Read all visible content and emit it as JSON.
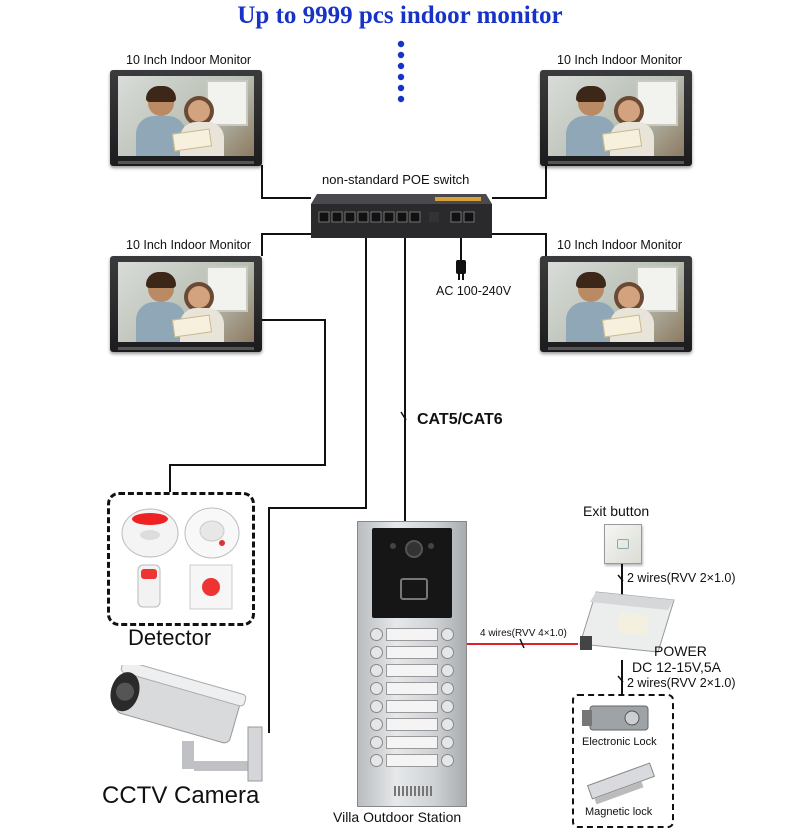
{
  "header": {
    "title": "Up to 9999 pcs indoor monitor"
  },
  "monitors": [
    {
      "label": "10 Inch Indoor Monitor"
    },
    {
      "label": "10 Inch Indoor Monitor"
    },
    {
      "label": "10 Inch Indoor Monitor"
    },
    {
      "label": "10 Inch Indoor Monitor"
    }
  ],
  "switch": {
    "label": "non-standard POE switch",
    "power_label": "AC 100-240V"
  },
  "cable": {
    "label": "CAT5/CAT6"
  },
  "detector": {
    "label": "Detector"
  },
  "camera": {
    "label": "CCTV Camera"
  },
  "station": {
    "label": "Villa Outdoor Station"
  },
  "station_wire": {
    "label": "4 wires(RVV 4×1.0)"
  },
  "exit_button": {
    "label": "Exit button",
    "wire_label": "2 wires(RVV 2×1.0)"
  },
  "power": {
    "label": "POWER",
    "spec": "DC 12-15V,5A",
    "lock_wire_label": "2 wires(RVV 2×1.0)"
  },
  "locks": {
    "electronic": "Electronic Lock",
    "magnetic": "Magnetic lock"
  },
  "colors": {
    "title": "#1733c7",
    "wire_red": "#e0202a",
    "dots": "#1733c7"
  }
}
